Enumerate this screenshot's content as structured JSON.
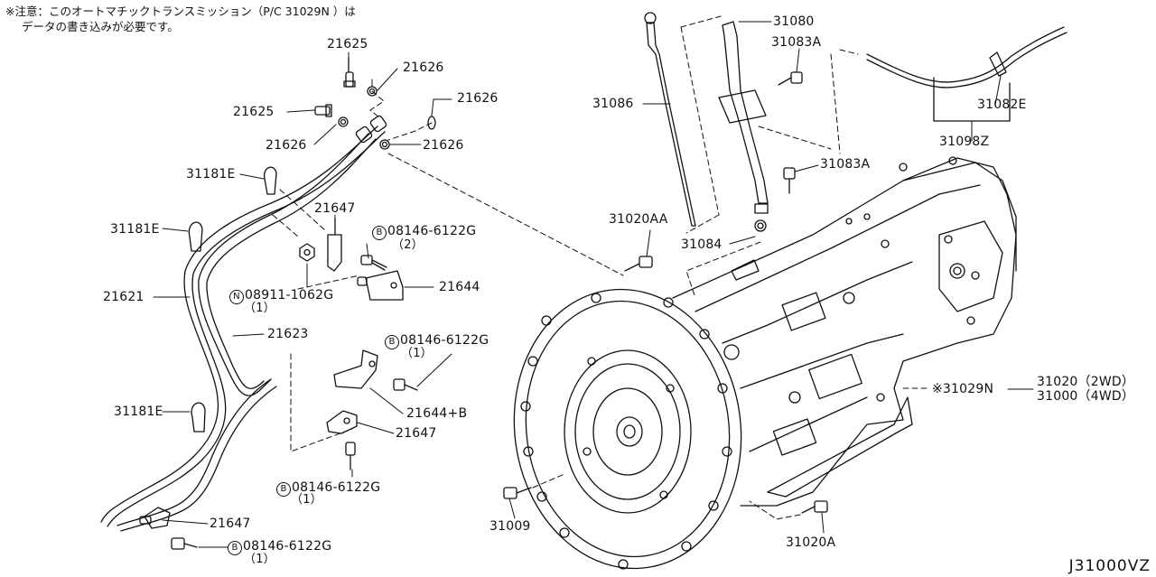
{
  "note": {
    "line1": "※注意：このオートマチックトランスミッション（P/C 31029N ）は",
    "line2": "データの書き込みが必要です。"
  },
  "labels": {
    "p21625a": "21625",
    "p21626a": "21626",
    "p21626b": "21626",
    "p21625b": "21625",
    "p21626c": "21626",
    "p21626d": "21626",
    "p31181e_a": "31181E",
    "p31181e_b": "31181E",
    "p31181e_c": "31181E",
    "p21647a": "21647",
    "p08146_2": "08146-6122G",
    "p08146_2q": "（2）",
    "p21644": "21644",
    "p08911": "08911-1062G",
    "p08911q": "（1）",
    "p21621": "21621",
    "p21623": "21623",
    "p08146_1a": "08146-6122G",
    "p08146_1aq": "（1）",
    "p21644b": "21644+B",
    "p21647b": "21647",
    "p08146_1b": "08146-6122G",
    "p08146_1bq": "（1）",
    "p21647c": "21647",
    "p08146_1c": "08146-6122G",
    "p08146_1cq": "（1）",
    "p31080": "31080",
    "p31083a_a": "31083A",
    "p31086": "31086",
    "p31083a_b": "31083A",
    "p31020aa": "31020AA",
    "p31084": "31084",
    "p31082e": "31082E",
    "p31098z": "31098Z",
    "p31029n": "※31029N",
    "p31020": "31020（2WD）",
    "p31000": "31000（4WD）",
    "p31009": "31009",
    "p31020a": "31020A"
  },
  "markers": {
    "bolt": "B",
    "nut": "N"
  },
  "diagram_code": "J31000VZ"
}
